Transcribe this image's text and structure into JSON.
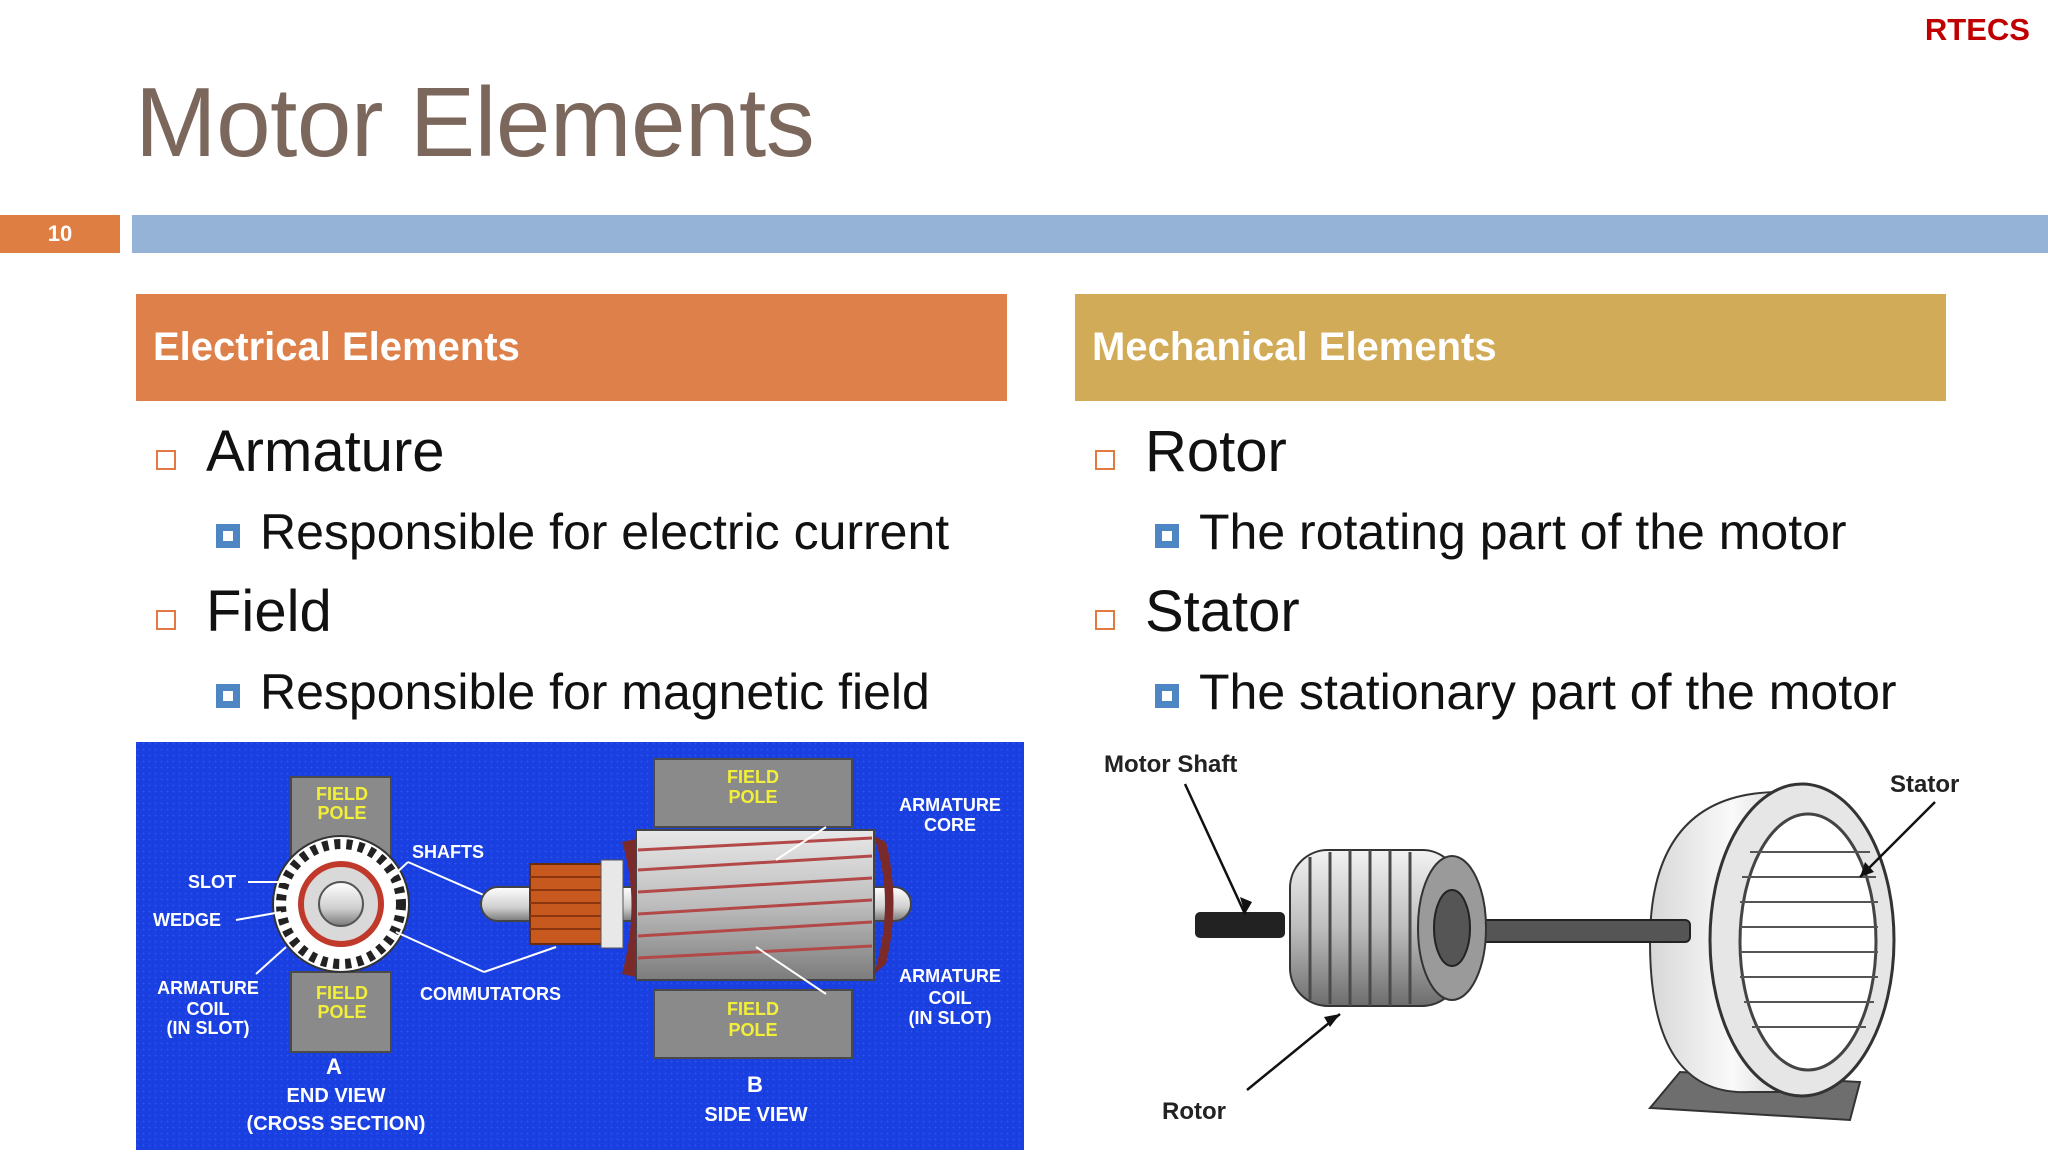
{
  "brand": "RTECS",
  "slide_number": "10",
  "title": "Motor Elements",
  "electrical": {
    "heading": "Electrical Elements",
    "items": [
      {
        "label": "Armature",
        "sub": "Responsible for electric current"
      },
      {
        "label": "Field",
        "sub": "Responsible for magnetic field"
      }
    ],
    "figure": {
      "labels": {
        "field_pole_top_a": [
          "FIELD",
          "POLE"
        ],
        "field_pole_bottom_a": [
          "FIELD",
          "POLE"
        ],
        "slot": "SLOT",
        "wedge": "WEDGE",
        "shafts": "SHAFTS",
        "armature_coil_left": [
          "ARMATURE",
          "COIL",
          "(IN SLOT)"
        ],
        "commutators": "COMMUTATORS",
        "view_a": "A",
        "end_view": "END VIEW",
        "cross_section": "(CROSS SECTION)",
        "field_pole_top_b": [
          "FIELD",
          "POLE"
        ],
        "field_pole_bottom_b": [
          "FIELD",
          "POLE"
        ],
        "armature_core": [
          "ARMATURE",
          "CORE"
        ],
        "armature_coil_right": [
          "ARMATURE",
          "COIL",
          "(IN SLOT)"
        ],
        "view_b": "B",
        "side_view": "SIDE VIEW"
      },
      "colors": {
        "background": "#1a3fe0",
        "label": "#f2ef3a",
        "white_label": "#ffffff",
        "pole": "#8a8a8a",
        "commutator": "#c8591e"
      }
    }
  },
  "mechanical": {
    "heading": "Mechanical Elements",
    "items": [
      {
        "label": "Rotor",
        "sub": "The rotating part of the motor"
      },
      {
        "label": "Stator",
        "sub": "The stationary part of the motor"
      }
    ],
    "figure": {
      "labels": {
        "motor_shaft": "Motor Shaft",
        "stator": "Stator",
        "rotor": "Rotor"
      }
    }
  },
  "colors": {
    "title": "#7b675c",
    "brand": "#c00000",
    "electrical_header": "#dd8049",
    "mechanical_header": "#d1ab57",
    "rule": "#95b3d7",
    "slide_number_bg": "#df7e42"
  }
}
